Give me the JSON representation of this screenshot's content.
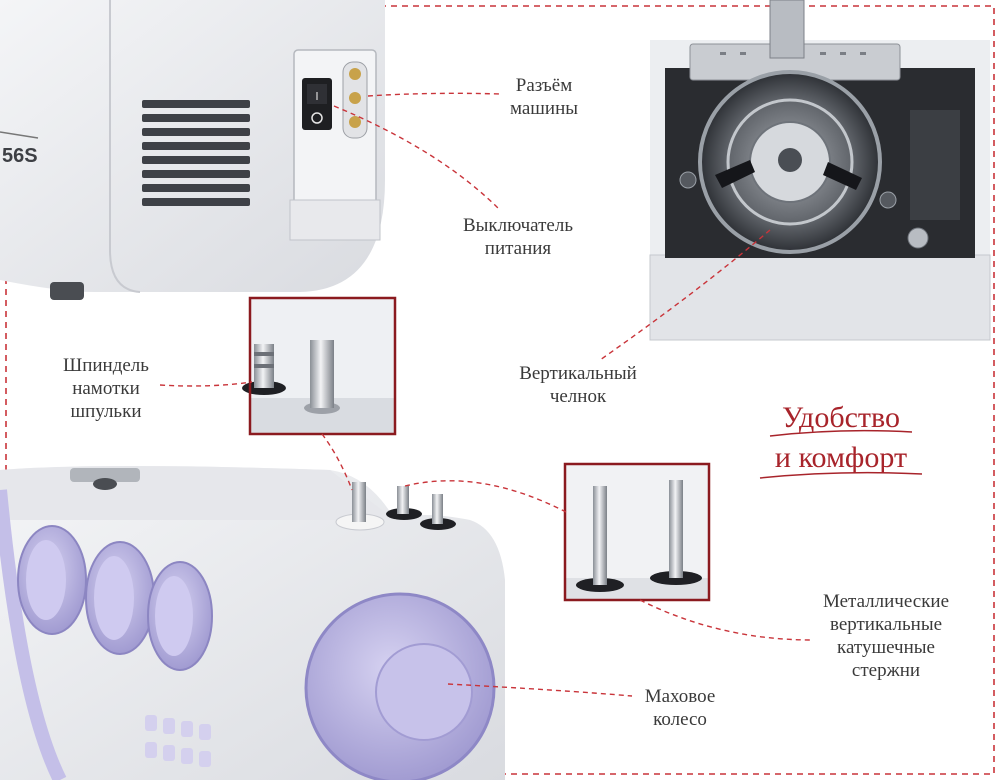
{
  "labels": {
    "machine_connector": [
      "Разъём",
      "машины"
    ],
    "power_switch": [
      "Выключатель",
      "питания"
    ],
    "vertical_shuttle": [
      "Вертикальный",
      "челнок"
    ],
    "bobbin_spindle": [
      "Шпиндель",
      "намотки",
      "шпульки"
    ],
    "spool_pins": [
      "Металлические",
      "вертикальные",
      "катушечные",
      "стержни"
    ],
    "handwheel": [
      "Маховое",
      "колесо"
    ]
  },
  "headline": [
    "Удобство",
    "и комфорт"
  ],
  "model_fragment": "56S",
  "colors": {
    "accent": "#a8242b",
    "frame": "#8b1a1f",
    "machine_body": "#eeeff2",
    "lavender": "#b8b3e0",
    "text": "#3a3a3a"
  }
}
